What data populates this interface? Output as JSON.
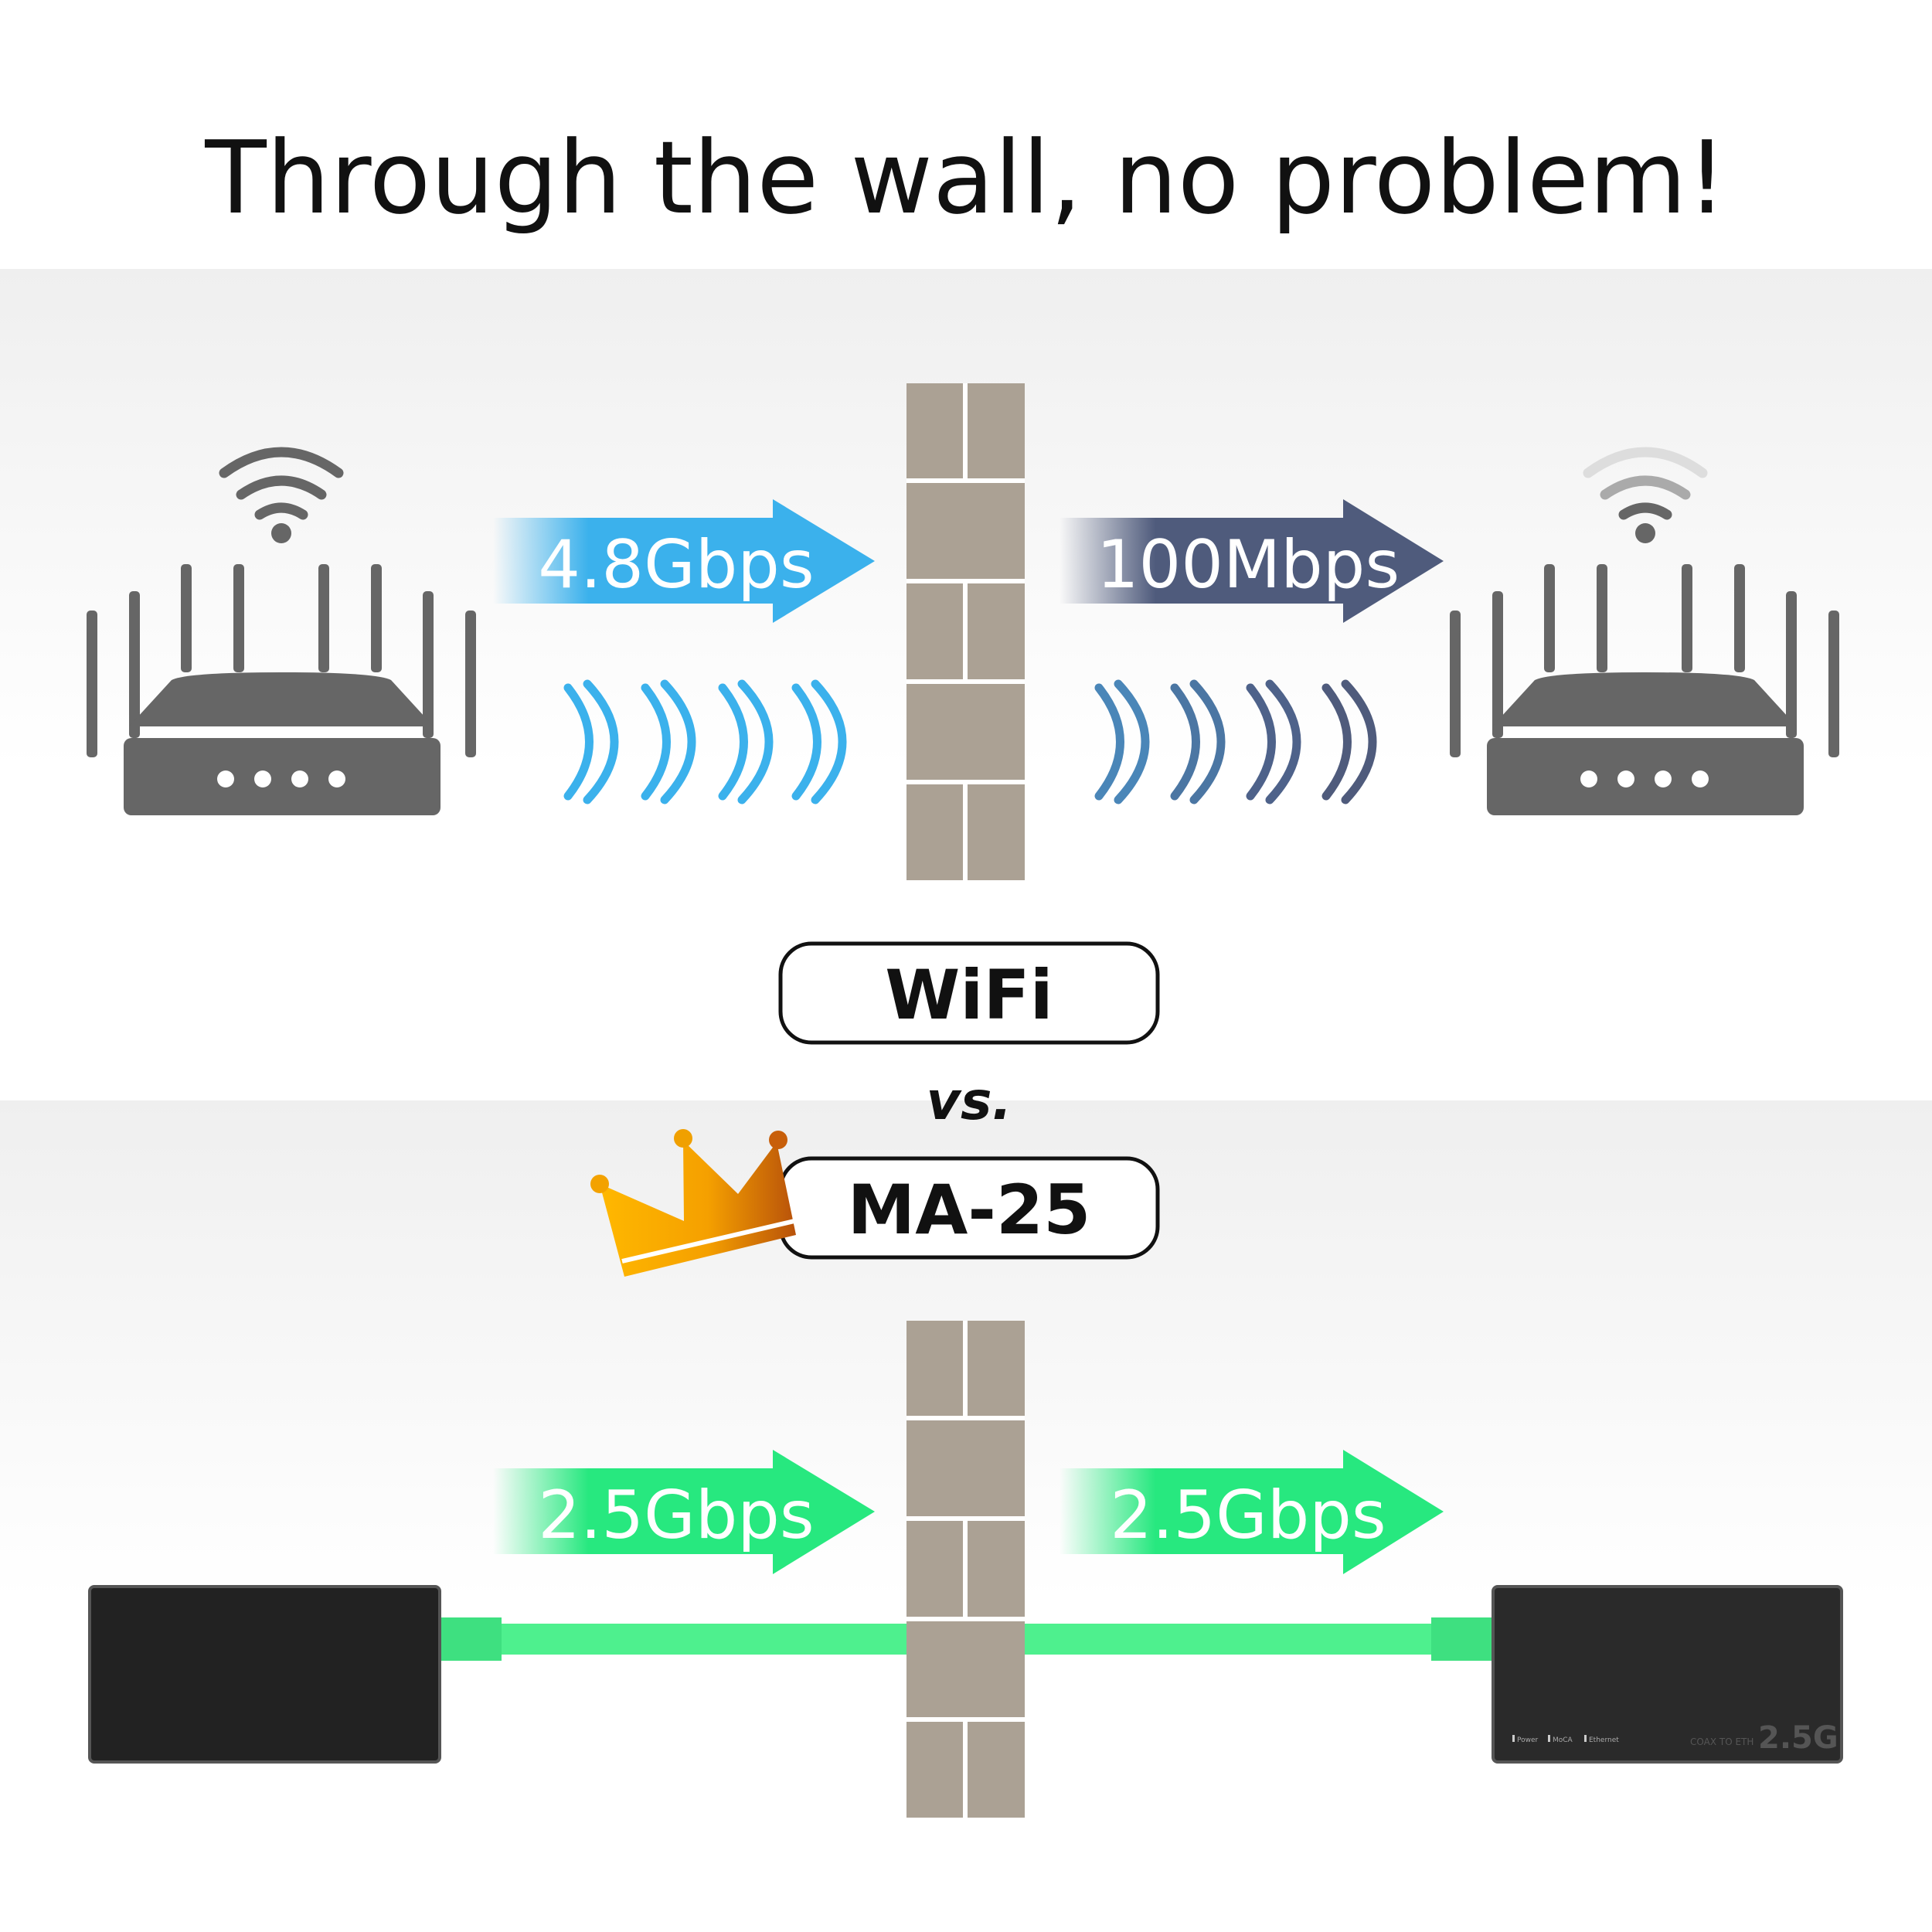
{
  "title": "Through the wall, no problem!",
  "wifi": {
    "left_speed": "4.8Gbps",
    "right_speed": "100Mbps",
    "label": "WiFi",
    "left_icon": "wifi-router-icon",
    "right_icon": "wifi-router-icon"
  },
  "versus": "vs.",
  "moca": {
    "label": "MA-25",
    "left_speed": "2.5Gbps",
    "right_speed": "2.5Gbps",
    "badge_icon": "crown-icon",
    "device_leds": [
      "Power",
      "MoCA",
      "Ethernet"
    ],
    "device_brand": "COAX TO ETH",
    "device_model": "2.5G"
  },
  "colors": {
    "wifi_fast": "#3bb1ec",
    "wifi_slow": "#4f5b7c",
    "moca": "#27e87f",
    "wall": "#aba194",
    "router": "#666666"
  }
}
